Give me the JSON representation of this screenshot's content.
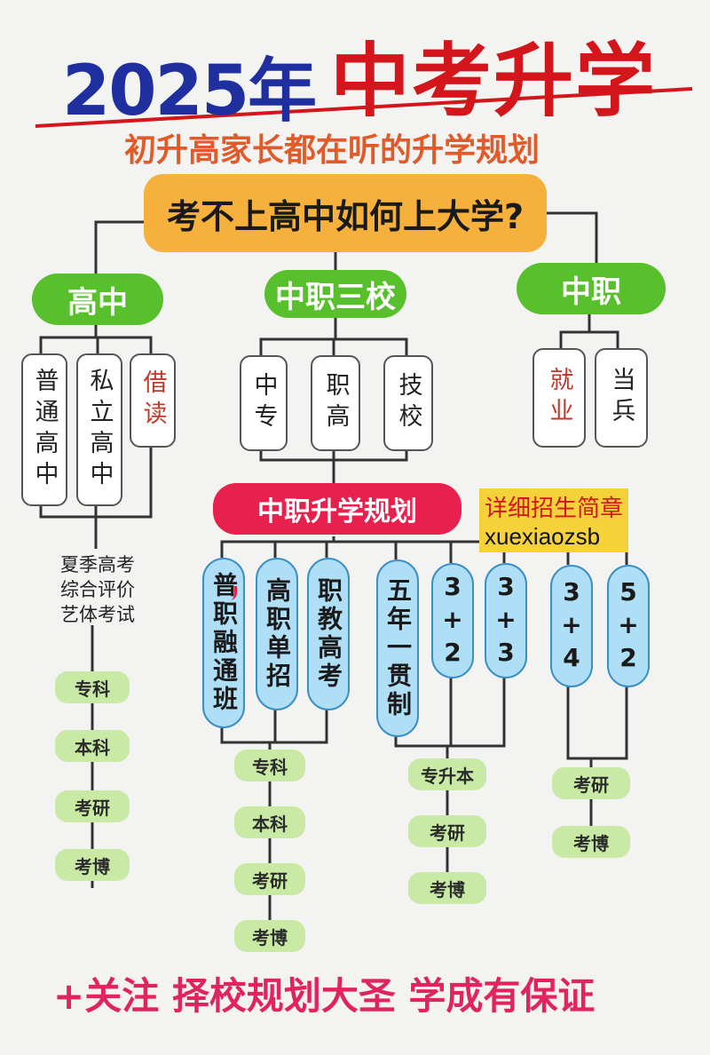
{
  "title": {
    "year": "2025年",
    "main": "中考升学"
  },
  "subtitle": "初升高家长都在听的升学规划",
  "question": "考不上高中如何上大学?",
  "categories": {
    "gaozhong": "高中",
    "zhongzhi_three": "中职三校",
    "zhongzhi": "中职"
  },
  "gaozhong_types": [
    {
      "label": "普通高中"
    },
    {
      "label": "私立高中"
    },
    {
      "label": "借读"
    }
  ],
  "three_schools": [
    {
      "label": "中专"
    },
    {
      "label": "职高"
    },
    {
      "label": "技校"
    }
  ],
  "zhongzhi_paths": [
    {
      "label": "就业"
    },
    {
      "label": "当兵"
    }
  ],
  "planning_label": "中职升学规划",
  "notice": {
    "line1": "详细招生简章",
    "line2": "xuexiaozsb"
  },
  "exam_types": [
    "夏季高考",
    "综合评价",
    "艺体考试"
  ],
  "gaozhong_outcomes": [
    "专科",
    "本科",
    "考研",
    "考博"
  ],
  "programs": [
    {
      "label": "普职融通班"
    },
    {
      "label": "高职单招"
    },
    {
      "label": "职教高考"
    },
    {
      "label": "五年一贯制"
    },
    {
      "label": "3+2"
    },
    {
      "label": "3+3"
    },
    {
      "label": "3+4"
    },
    {
      "label": "5+2"
    }
  ],
  "group1_outcomes": [
    "专科",
    "本科",
    "考研",
    "考博"
  ],
  "group2_outcomes": [
    "专升本",
    "考研",
    "考博"
  ],
  "group3_outcomes": [
    "考研",
    "考博"
  ],
  "footer": "+关注 择校规划大圣 学成有保证",
  "colors": {
    "blue": "#1f2fa0",
    "red": "#d2161b",
    "orange": "#f5b13c",
    "green": "#57c02c",
    "pink": "#e8204d",
    "lightblue": "#aedff7",
    "lightgreen": "#c9eaa4"
  }
}
